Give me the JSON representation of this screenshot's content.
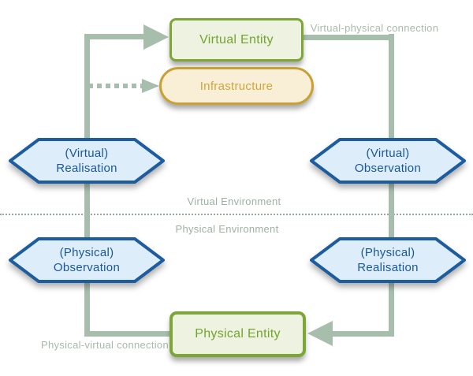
{
  "colors": {
    "connector": "#a8beac",
    "blue_border": "#1d5c9e",
    "blue_fill": "#ddeefa",
    "blue_text": "#1a579a",
    "green_border": "#7ca737",
    "green_fill": "#edf2e1",
    "green_text": "#74a42e",
    "gold_border": "#c8a134",
    "gold_fill": "#f9efd6",
    "gold_text": "#cfa63d",
    "label_text": "#a6bba9",
    "env_text": "#9cb2a1",
    "divider": "#97a99c"
  },
  "nodes": {
    "virtual_entity": "Virtual Entity",
    "infrastructure": "Infrastructure",
    "physical_entity": "Physical Entity"
  },
  "hexagons": [
    {
      "line1": "(Virtual)",
      "line2": "Realisation"
    },
    {
      "line1": "(Virtual)",
      "line2": "Observation"
    },
    {
      "line1": "(Physical)",
      "line2": "Observation"
    },
    {
      "line1": "(Physical)",
      "line2": "Realisation"
    }
  ],
  "labels": {
    "virtual_physical": "Virtual-physical connection",
    "physical_virtual": "Physical-virtual connection",
    "virtual_env": "Virtual Environment",
    "physical_env": "Physical Environment"
  }
}
